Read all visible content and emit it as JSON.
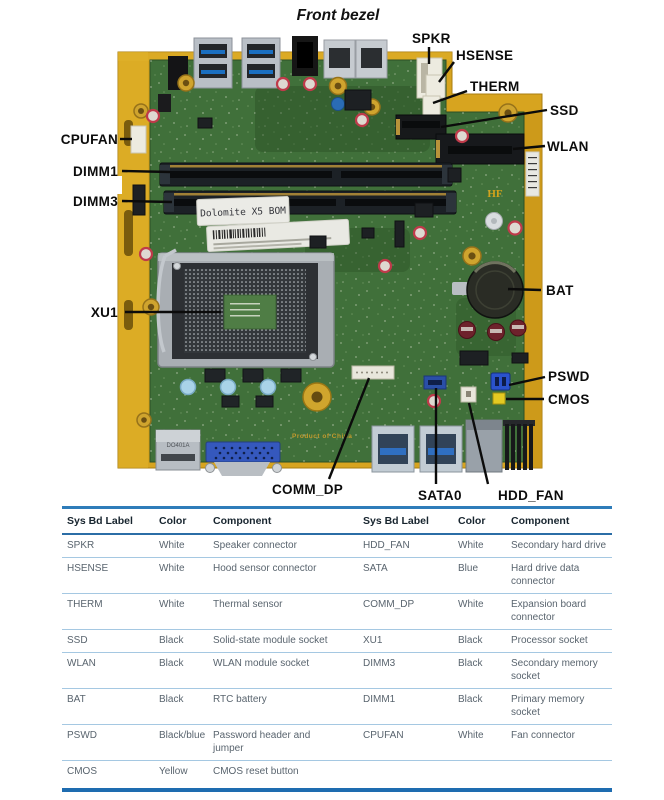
{
  "title": "Front bezel",
  "callouts": {
    "spkr": "SPKR",
    "hsense": "HSENSE",
    "therm": "THERM",
    "ssd": "SSD",
    "wlan": "WLAN",
    "bat": "BAT",
    "pswd": "PSWD",
    "cmos": "CMOS",
    "cpufan": "CPUFAN",
    "dimm1": "DIMM1",
    "dimm3": "DIMM3",
    "xu1": "XU1",
    "comm_dp": "COMM_DP",
    "sata0": "SATA0",
    "hdd_fan": "HDD_FAN"
  },
  "board": {
    "model_sticker": "Dolomite X5 BOM",
    "hf_mark": "HF",
    "card_reader_label": "DO401A",
    "origin_text": "Product of China"
  },
  "colors": {
    "table_accent_top": "#2e7cb9",
    "table_accent_bottom": "#1e6cb0",
    "table_divider": "#a5c8e2",
    "pcb_green": "#40703a",
    "tray_gold": "#d7a41f",
    "label_black": "#0c0c0c",
    "pswd_jumper_blue": "#2a52cc",
    "cmos_yellow": "#e4ca22"
  },
  "table": {
    "headers": [
      "Sys Bd Label",
      "Color",
      "Component",
      "Sys Bd Label",
      "Color",
      "Component"
    ],
    "rows": [
      [
        "SPKR",
        "White",
        "Speaker connector",
        "HDD_FAN",
        "White",
        "Secondary hard drive"
      ],
      [
        "HSENSE",
        "White",
        "Hood sensor connector",
        "SATA",
        "Blue",
        "Hard drive data connector"
      ],
      [
        "THERM",
        "White",
        "Thermal sensor",
        "COMM_DP",
        "White",
        "Expansion board connector"
      ],
      [
        "SSD",
        "Black",
        "Solid-state module socket",
        "XU1",
        "Black",
        "Processor socket"
      ],
      [
        "WLAN",
        "Black",
        "WLAN module socket",
        "DIMM3",
        "Black",
        "Secondary memory socket"
      ],
      [
        "BAT",
        "Black",
        "RTC battery",
        "DIMM1",
        "Black",
        "Primary memory socket"
      ],
      [
        "PSWD",
        "Black/blue",
        "Password header and jumper",
        "CPUFAN",
        "White",
        "Fan connector"
      ],
      [
        "CMOS",
        "Yellow",
        "CMOS reset button",
        "",
        "",
        ""
      ]
    ]
  }
}
